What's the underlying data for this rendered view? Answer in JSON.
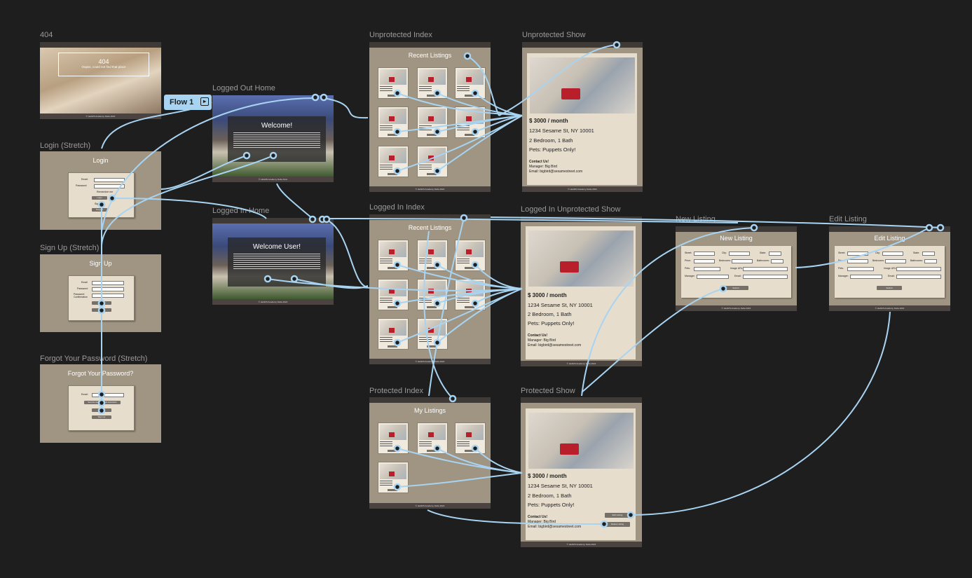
{
  "flow": {
    "label": "Flow 1",
    "icon": "play-flow-icon"
  },
  "frames": {
    "f404": {
      "label": "404",
      "heading": "404",
      "message": "Oopss, could not find that place",
      "footer": "© LEARN Academy Delta 2022"
    },
    "login": {
      "label": "Login (Stretch)",
      "title": "Login",
      "email": "Email:",
      "password": "Password:",
      "remember": "Remember me",
      "button": "Login",
      "signup": "Sign up",
      "forgot": "Forgot?"
    },
    "signup": {
      "label": "Sign Up (Stretch)",
      "title": "Sign Up",
      "email": "Email",
      "password": "Password",
      "confirm": "Password Confirmation",
      "button": "Sign Up",
      "login": "Log In"
    },
    "forgot": {
      "label": "Forgot Your Password (Stretch)",
      "title": "Forgot Your Password?",
      "email": "Email:",
      "button": "Send me reset password instructions",
      "login": "Log In",
      "signup": "Sign Up"
    },
    "loggedOutHome": {
      "label": "Logged Out Home",
      "title": "Welcome!",
      "footer": "© LEARN Academy Delta Flow"
    },
    "loggedInHome": {
      "label": "Logged In Home",
      "title": "Welcome User!",
      "footer": "© LEARN Academy Delta 2022"
    },
    "unprotectedIndex": {
      "label": "Unprotected Index",
      "title": "Recent Listings",
      "footer": "© LEARN Academy Delta 2022"
    },
    "loggedInIndex": {
      "label": "Logged In Index",
      "title": "Recent Listings",
      "footer": "© LEARN Academy Delta 2022"
    },
    "protectedIndex": {
      "label": "Protected Index",
      "title": "My Listings",
      "footer": "© LEARN Academy Delta 2022"
    },
    "unprotectedShow": {
      "label": "Unprotected Show"
    },
    "loggedInShow": {
      "label": "Logged In Unprotected Show"
    },
    "protectedShow": {
      "label": "Protected Show",
      "edit": "Edit Listing",
      "delete": "Delete Listing"
    },
    "newListing": {
      "label": "New Listing",
      "title": "New Listing",
      "submit": "Submit",
      "footer": "© LEARN Academy Delta 2022"
    },
    "editListing": {
      "label": "Edit Listing",
      "title": "Edit Listing",
      "submit": "Submit",
      "footer": "© LEARN Academy Delta 2022"
    }
  },
  "listing": {
    "price": "$ 3000 / month",
    "address": "1234 Sesame St,  NY 10001",
    "rooms": "2 Bedroom, 1 Bath",
    "pets": "Pets: Puppets Only!",
    "contact_heading": "Contact Us!",
    "manager": "Manager: Big Bird",
    "email": "Email: bigbird@sesamestreet.com",
    "footer": "© LEARN Academy Delta 2022"
  },
  "form_fields": {
    "street": "Street:",
    "city": "City:",
    "state": "State:",
    "price": "Price:",
    "bedrooms": "Bedrooms:",
    "bathrooms": "Bathrooms:",
    "pets": "Pets:",
    "image": "Image URL:",
    "manager": "Manager:",
    "email": "Email:"
  },
  "colors": {
    "canvas": "#1e1e1e",
    "frame": "#a09583",
    "wire": "#a8d4f2",
    "card": "#e6ddcc"
  }
}
